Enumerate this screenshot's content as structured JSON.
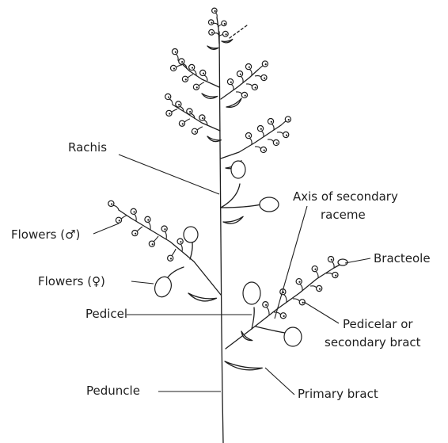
{
  "labels": {
    "rachis": "Rachis",
    "axis_line1": "Axis of secondary",
    "axis_line2": "raceme",
    "flowers_male": "Flowers (♂)",
    "flowers_female": "Flowers (♀)",
    "bracteole": "Bracteole",
    "pedicel": "Pedicel",
    "pedicelar_line1": "Pedicelar or",
    "pedicelar_line2": "secondary bract",
    "peduncle": "Peduncle",
    "primary_bract": "Primary bract"
  }
}
